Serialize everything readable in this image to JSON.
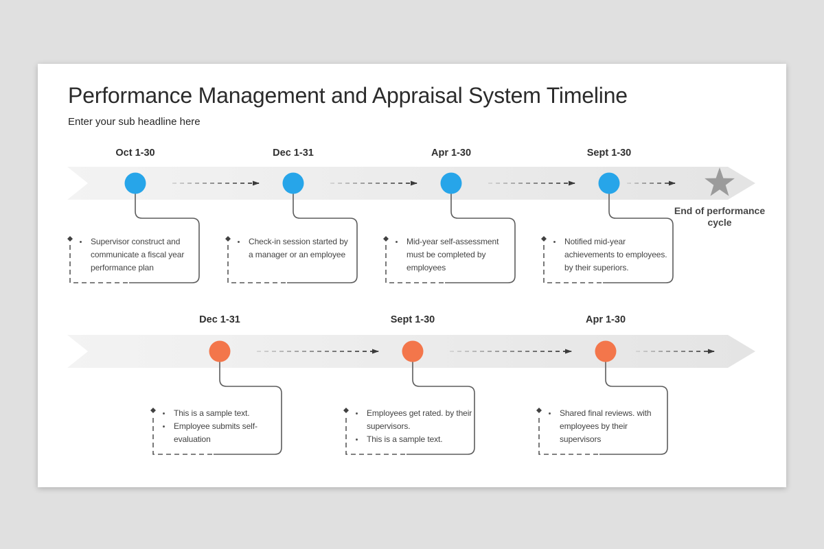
{
  "slide": {
    "title": "Performance Management and Appraisal System Timeline",
    "subtitle": "Enter your sub headline here"
  },
  "colors": {
    "top_dot": "#27A5E9",
    "bottom_dot": "#F3764B",
    "star": "#9B9B9B",
    "band": "#ECECEC"
  },
  "top_timeline": {
    "end_label": "End of performance cycle",
    "milestones": [
      {
        "date": "Oct 1-30",
        "bullets": [
          "Supervisor construct and communicate a fiscal year performance plan"
        ]
      },
      {
        "date": "Dec 1-31",
        "bullets": [
          "Check-in session started by a manager or an employee"
        ]
      },
      {
        "date": "Apr 1-30",
        "bullets": [
          "Mid-year self-assessment must be completed by employees"
        ]
      },
      {
        "date": "Sept 1-30",
        "bullets": [
          "Notified mid-year achievements to employees. by their superiors."
        ]
      }
    ]
  },
  "bottom_timeline": {
    "milestones": [
      {
        "date": "Dec 1-31",
        "bullets": [
          "This is a sample text.",
          "Employee submits self-evaluation"
        ]
      },
      {
        "date": "Sept 1-30",
        "bullets": [
          "Employees get rated. by their supervisors.",
          "This is a sample text."
        ]
      },
      {
        "date": "Apr 1-30",
        "bullets": [
          "Shared final reviews. with employees by their supervisors"
        ]
      }
    ]
  }
}
